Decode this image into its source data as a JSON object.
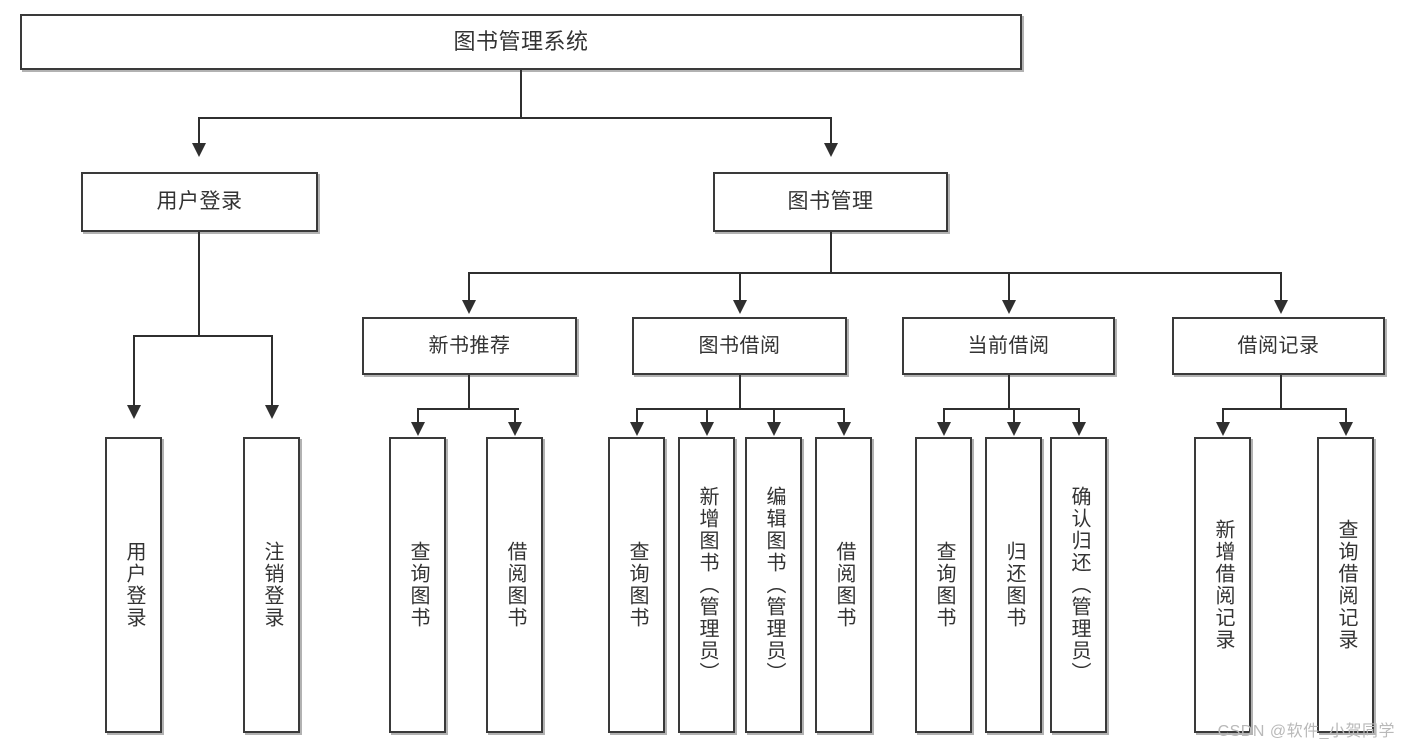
{
  "diagram": {
    "title_node": {
      "label": "图书管理系统"
    },
    "level1": [
      {
        "label": "用户登录"
      },
      {
        "label": "图书管理"
      }
    ],
    "level2": [
      {
        "label": "新书推荐"
      },
      {
        "label": "图书借阅"
      },
      {
        "label": "当前借阅"
      },
      {
        "label": "借阅记录"
      }
    ],
    "leaves": {
      "user_login": [
        {
          "label": "用户登录"
        },
        {
          "label": "注销登录"
        }
      ],
      "new_book_recommend": [
        {
          "label": "查询图书"
        },
        {
          "label": "借阅图书"
        }
      ],
      "book_borrow": [
        {
          "label": "查询图书"
        },
        {
          "label": "新增图书（管理员）"
        },
        {
          "label": "编辑图书（管理员）"
        },
        {
          "label": "借阅图书"
        }
      ],
      "current_borrow": [
        {
          "label": "查询图书"
        },
        {
          "label": "归还图书"
        },
        {
          "label": "确认归还（管理员）"
        }
      ],
      "borrow_record": [
        {
          "label": "新增借阅记录"
        },
        {
          "label": "查询借阅记录"
        }
      ]
    }
  },
  "watermark": {
    "text": "CSDN @软件_小贺同学"
  },
  "colors": {
    "box_border": "#3a3a3a",
    "connector": "#2f2f2f",
    "text": "#333333",
    "background": "#ffffff",
    "watermark": "#b9b9b9"
  }
}
